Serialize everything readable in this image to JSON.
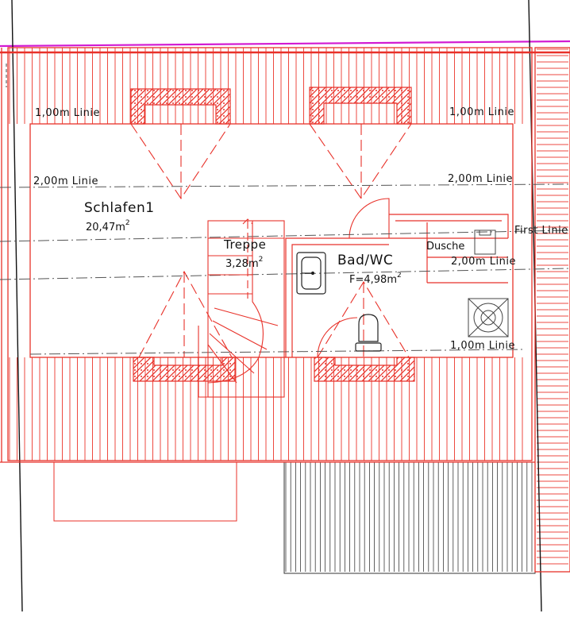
{
  "colors": {
    "plan_red": "#e8322a",
    "hatch_red": "#ee4a40",
    "ridge_magenta": "#d21ad2",
    "ink": "#111111",
    "dash_gray": "#555555",
    "roof_gray": "#3a3a3a"
  },
  "rooms": {
    "schlafen": {
      "name": "Schlafen1",
      "area": "20,47m",
      "area_exp": "2"
    },
    "treppe": {
      "name": "Treppe",
      "area": "3,28m",
      "area_exp": "2"
    },
    "bad": {
      "name": "Bad/WC",
      "area": "F=4,98m",
      "area_exp": "2"
    },
    "dusche": {
      "name": "Dusche"
    }
  },
  "lines": {
    "top_left_1m": "1,00m  Linie",
    "top_right_1m": "1,00m  Linie",
    "left_2m": "2,00m  Linie",
    "right_2m": "2,00m  Linie",
    "dusche_2m": "2,00m  Linie",
    "bottom_1m": "1,00m  Linie",
    "first": "First Linie"
  },
  "icons": {
    "dormer": "dormer-window-icon",
    "sink": "sink-icon",
    "toilet": "toilet-icon",
    "shower": "shower-tray-icon",
    "stair": "spiral-stair-icon"
  }
}
